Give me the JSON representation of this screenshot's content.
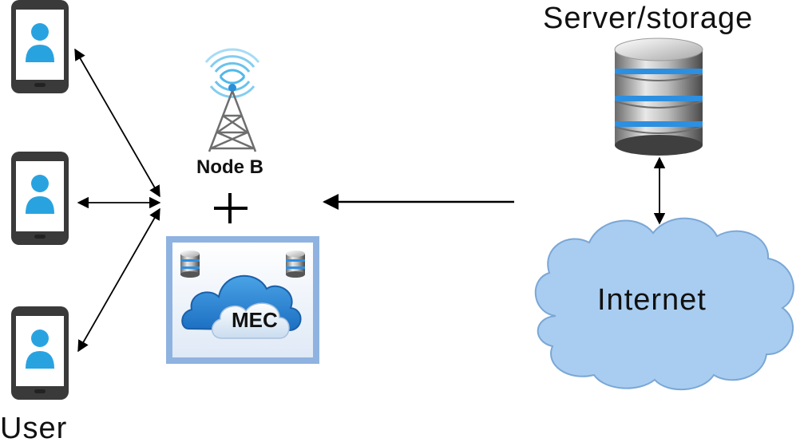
{
  "labels": {
    "user": "User",
    "node_b": "Node B",
    "mec": "MEC",
    "server": "Server/storage",
    "internet": "Internet"
  },
  "icons": {
    "phone": "smartphone-user-icon",
    "tower": "cell-tower-icon",
    "plus": "plus-icon",
    "mec": "mec-cloud-icon",
    "database": "database-icon",
    "cloud": "internet-cloud-icon"
  },
  "colors": {
    "phone_body": "#3a3a3a",
    "user_avatar": "#29a3e0",
    "wave": "#4fb8ea",
    "cloud_fill": "#a9cdf0",
    "cloud_stroke": "#7aa7d6",
    "mec_frame": "#8fb3e0",
    "db_blue": "#2d8fe0"
  }
}
